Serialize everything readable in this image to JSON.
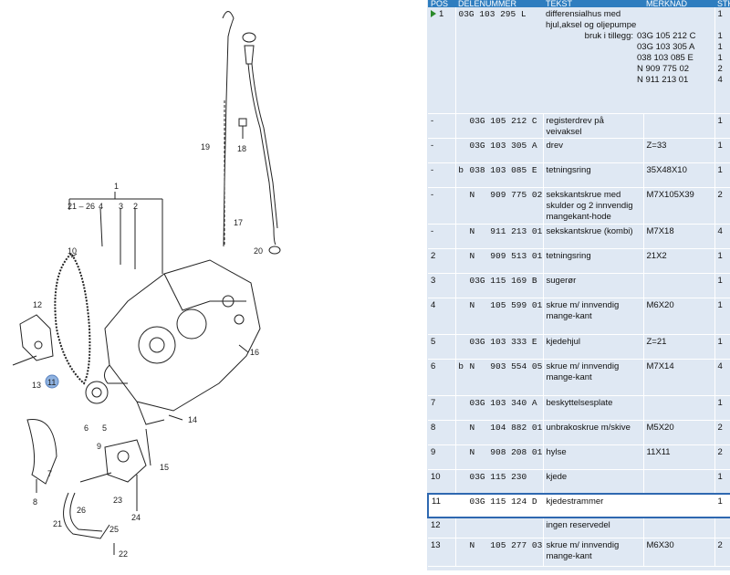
{
  "colors": {
    "header": "#2e7dbf",
    "table_bg": "#dfe8f3",
    "selected_border": "#2e68b0",
    "highlight_callout": "#8fb2e0"
  },
  "headers": [
    "POS",
    "DELENUMMER",
    "TEKST",
    "MERKNAD",
    "STK"
  ],
  "rows": [
    {
      "pos": "1",
      "prefix": "",
      "part": "03G 103 295 L",
      "text": "differensialhus med hjul,aksel og oljepumpe",
      "note": "",
      "qty": "1",
      "extra_label": "bruk i tillegg:",
      "extra": [
        {
          "note": "03G 105 212 C",
          "qty": "1"
        },
        {
          "note": "03G 103 305 A",
          "qty": "1"
        },
        {
          "note": "038 103 085 E",
          "qty": "1"
        },
        {
          "note": "N   909 775 02",
          "qty": "2"
        },
        {
          "note": "N   911 213 01",
          "qty": "4"
        }
      ]
    },
    {
      "pos": "-",
      "prefix": "",
      "part": "03G 105 212 C",
      "text": "registerdrev på veivaksel",
      "note": "",
      "qty": "1"
    },
    {
      "pos": "-",
      "prefix": "",
      "part": "03G 103 305 A",
      "text": "drev",
      "note": "Z=33",
      "qty": "1"
    },
    {
      "pos": "-",
      "prefix": "b",
      "part": "038 103 085 E",
      "text": "tetningsring",
      "note": "35X48X10",
      "qty": "1"
    },
    {
      "pos": "-",
      "prefix": "",
      "part": "N   909 775 02",
      "text": "sekskantskrue med skulder og 2 innvendig mangekant-hode",
      "note": "M7X105X39",
      "qty": "2"
    },
    {
      "pos": "-",
      "prefix": "",
      "part": "N   911 213 01",
      "text": "sekskantskrue (kombi)",
      "note": "M7X18",
      "qty": "4"
    },
    {
      "pos": "2",
      "prefix": "",
      "part": "N   909 513 01",
      "text": "tetningsring",
      "note": "21X2",
      "qty": "1"
    },
    {
      "pos": "3",
      "prefix": "",
      "part": "03G 115 169 B",
      "text": "sugerør",
      "note": "",
      "qty": "1"
    },
    {
      "pos": "4",
      "prefix": "",
      "part": "N   105 599 01",
      "text": "skrue m/ innvendig mange-kant",
      "note": "M6X20",
      "qty": "1"
    },
    {
      "pos": "5",
      "prefix": "",
      "part": "03G 103 333 E",
      "text": "kjedehjul",
      "note": "Z=21",
      "qty": "1"
    },
    {
      "pos": "6",
      "prefix": "b",
      "part": "N   903 554 05",
      "text": "skrue m/ innvendig mange-kant",
      "note": "M7X14",
      "qty": "4"
    },
    {
      "pos": "7",
      "prefix": "",
      "part": "03G 103 340 A",
      "text": "beskyttelsesplate",
      "note": "",
      "qty": "1"
    },
    {
      "pos": "8",
      "prefix": "",
      "part": "N   104 882 01",
      "text": "unbrakoskrue m/skive",
      "note": "M5X20",
      "qty": "2"
    },
    {
      "pos": "9",
      "prefix": "",
      "part": "N   908 208 01",
      "text": "hylse",
      "note": "11X11",
      "qty": "2"
    },
    {
      "pos": "10",
      "prefix": "",
      "part": "03G 115 230",
      "text": "kjede",
      "note": "",
      "qty": "1"
    },
    {
      "pos": "11",
      "prefix": "",
      "part": "03G 115 124 D",
      "text": "kjedestrammer",
      "note": "",
      "qty": "1",
      "selected": true
    },
    {
      "pos": "12",
      "prefix": "",
      "part": "",
      "text": "ingen reservedel",
      "note": "",
      "qty": ""
    },
    {
      "pos": "13",
      "prefix": "",
      "part": "N   105 277 03",
      "text": "skrue m/ innvendig mange-kant",
      "note": "M6X30",
      "qty": "2"
    }
  ],
  "diagram": {
    "callouts": [
      "1",
      "2",
      "3",
      "4",
      "5",
      "6",
      "7",
      "8",
      "9",
      "10",
      "11",
      "12",
      "13",
      "14",
      "15",
      "16",
      "17",
      "18",
      "19",
      "20",
      "21",
      "22",
      "23",
      "24",
      "25",
      "26"
    ],
    "group_label": "21 – 26",
    "selected_callout": "11"
  }
}
